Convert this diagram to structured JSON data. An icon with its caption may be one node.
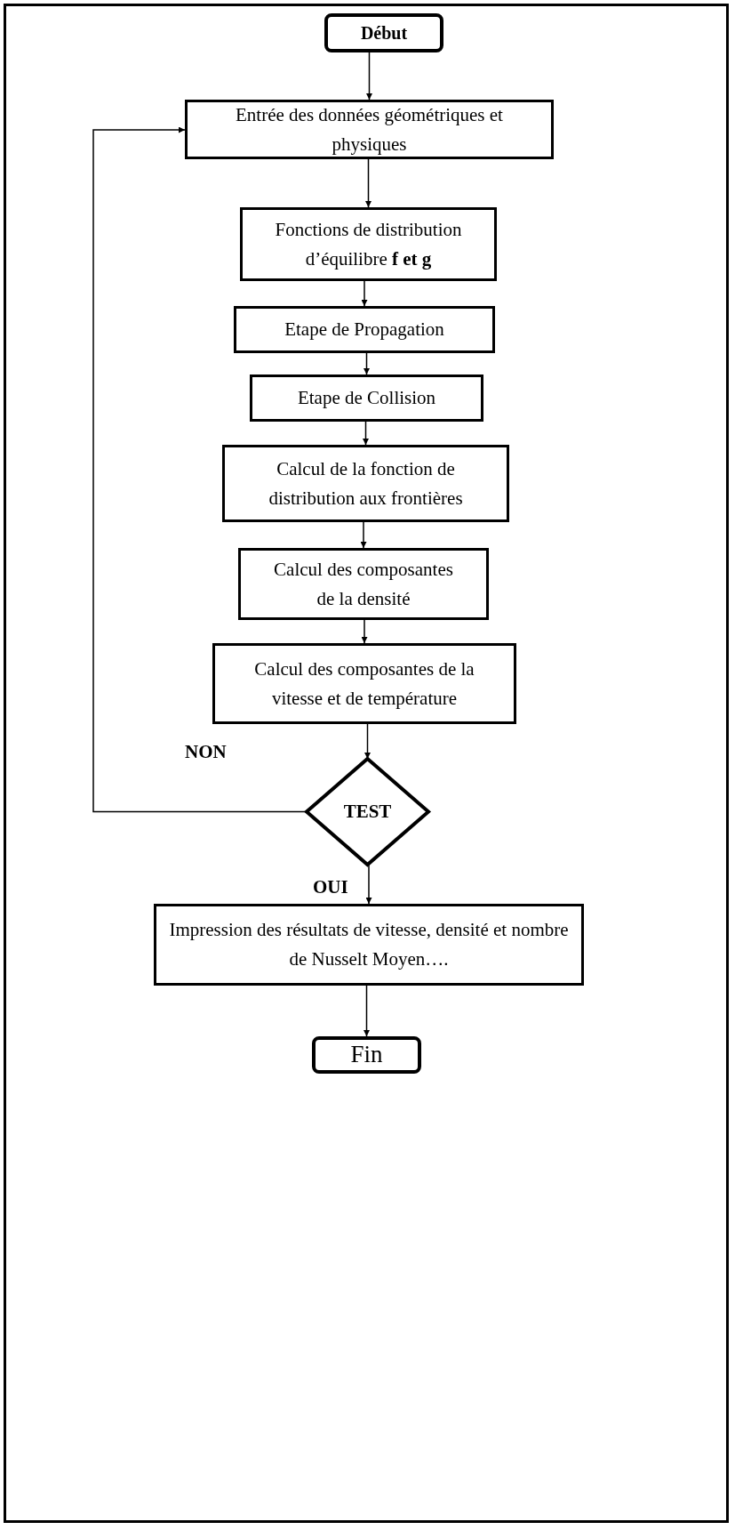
{
  "diagram": {
    "nodes": [
      {
        "text": [
          "Début"
        ]
      },
      {
        "text": [
          "Entrée des données géométriques et physiques"
        ]
      },
      {
        "text": [
          "Fonctions de distribution d’équilibre **f et g**"
        ]
      },
      {
        "text": [
          "Etape de Propagation"
        ]
      },
      {
        "text": [
          "Etape de Collision"
        ]
      },
      {
        "text": [
          "Calcul de la fonction de distribution aux frontières"
        ]
      },
      {
        "text": [
          "Calcul des composantes de la densité"
        ]
      },
      {
        "text": [
          "Calcul des composantes de la vitesse et de température"
        ]
      },
      {
        "text": [
          "TEST"
        ]
      },
      {
        "text": [
          "Impression des résultats de vitesse, densité et nombre de Nusselt Moyen…."
        ]
      },
      {
        "text": [
          "Fin"
        ]
      }
    ],
    "edges": [
      {
        "from": 0,
        "to": 1,
        "arrow": "to"
      },
      {
        "from": 1,
        "to": 2,
        "arrow": "to"
      },
      {
        "from": 2,
        "to": 3,
        "arrow": "to"
      },
      {
        "from": 3,
        "to": 4,
        "arrow": "to"
      },
      {
        "from": 4,
        "to": 5,
        "arrow": "to"
      },
      {
        "from": 5,
        "to": 6,
        "arrow": "to"
      },
      {
        "from": 6,
        "to": 7,
        "arrow": "to"
      },
      {
        "from": 7,
        "to": 8,
        "arrow": "to"
      },
      {
        "from": 8,
        "to": 1,
        "arrow": "to",
        "label": "NON"
      },
      {
        "from": 8,
        "to": 9,
        "arrow": "to",
        "label": "OUI"
      },
      {
        "from": 9,
        "to": 10,
        "arrow": "to"
      }
    ]
  }
}
